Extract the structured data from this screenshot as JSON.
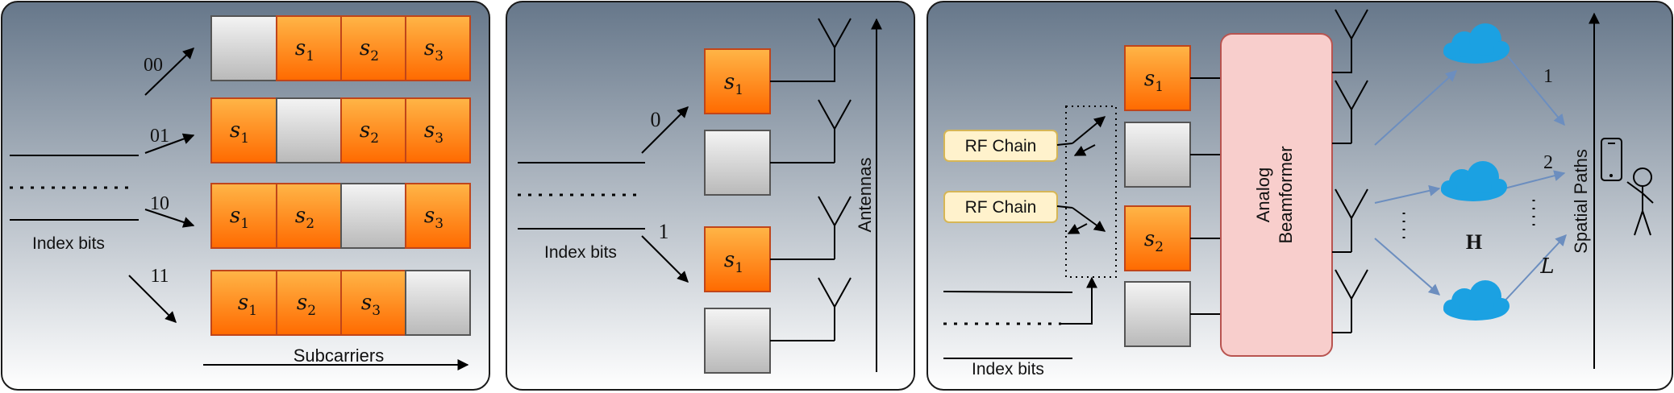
{
  "panel1": {
    "codes": [
      "00",
      "01",
      "10",
      "11"
    ],
    "index_bits_label": "Index bits",
    "axis_label": "Subcarriers",
    "rows": [
      [
        "",
        "s",
        "s",
        "s"
      ],
      [
        "s",
        "",
        "s",
        "s"
      ],
      [
        "s",
        "s",
        "",
        "s"
      ],
      [
        "s",
        "s",
        "s",
        ""
      ]
    ],
    "subscripts": [
      [
        "",
        "1",
        "2",
        "3"
      ],
      [
        "1",
        "",
        "2",
        "3"
      ],
      [
        "1",
        "2",
        "",
        "3"
      ],
      [
        "1",
        "2",
        "3",
        ""
      ]
    ]
  },
  "panel2": {
    "bits": [
      "0",
      "1"
    ],
    "index_bits_label": "Index bits",
    "axis_label": "Antennas",
    "symbol": "s",
    "symbol_sub": "1"
  },
  "panel3": {
    "rf_chain_labels": [
      "RF Chain",
      "RF Chain"
    ],
    "index_bits_label": "Index bits",
    "beamformer_line1": "Analog",
    "beamformer_line2": "Beamformer",
    "symbol": "s",
    "symbol_subs": [
      "1",
      "2"
    ],
    "path_labels": [
      "1",
      "2",
      "L"
    ],
    "channel_label": "H",
    "axis_label": "Spatial Paths"
  },
  "colors": {
    "panel_top": "#66778a",
    "panel_bottom": "#ffffff",
    "orange_top": "#ffb547",
    "orange_bottom": "#ff6a00",
    "orange_border": "#c0451a",
    "gray_top": "#f4f4f4",
    "gray_bottom": "#b9b9b9",
    "rf_fill": "#fff2cc",
    "rf_border": "#d6b656",
    "beam_fill": "#f8cecc",
    "beam_border": "#b85450",
    "cloud": "#1ba1e2",
    "blue_arrow": "#6c8ebf"
  }
}
